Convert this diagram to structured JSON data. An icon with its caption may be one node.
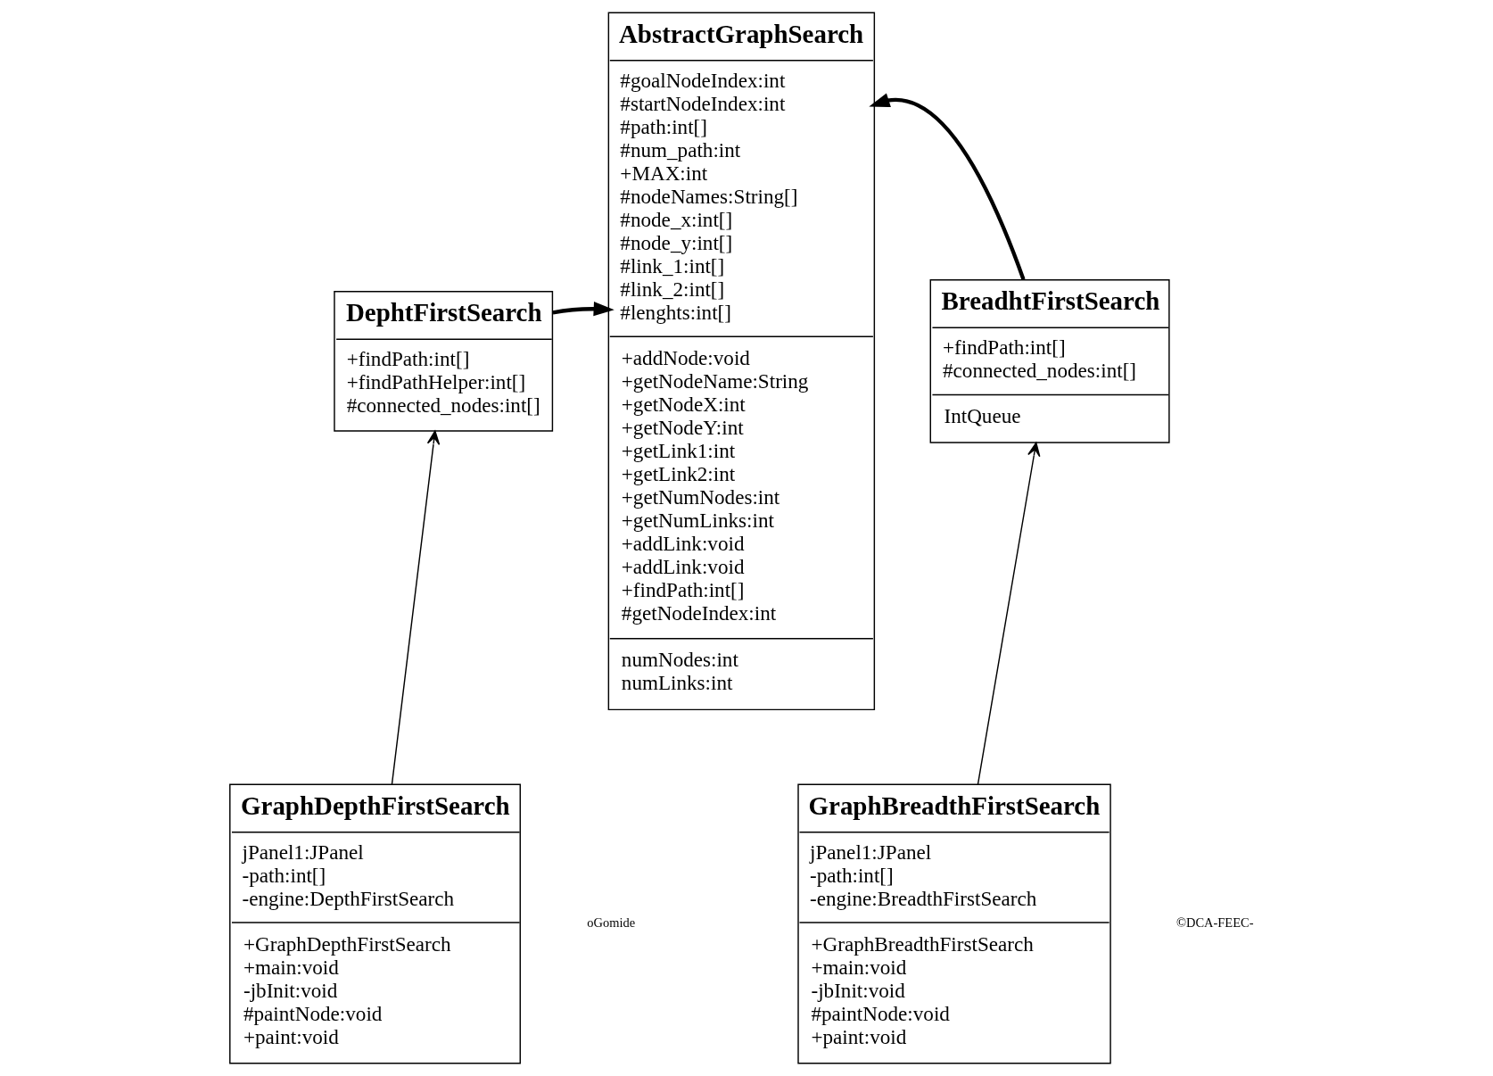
{
  "diagram": {
    "nodes": [
      {
        "text": [
          "DephtFirstSearch",
          "+findPath:int[] +findPathHelper:int[] #connected_nodes:int[]"
        ]
      },
      {
        "text": [
          "AbstractGraphSearch",
          "#goalNodeIndex:int #startNodeIndex:int #path:int[] #num_path:int +MAX:int #nodeNames:String[] #node_x:int[] #node_y:int[] #link_1:int[] #link_2:int[] #lenghts:int[]",
          "+addNode:void +getNodeName:String +getNodeX:int +getNodeY:int +getLink1:int +getLink2:int +getNumNodes:int +getNumLinks:int +addLink:void +addLink:void +findPath:int[] #getNodeIndex:int",
          "numNodes:int numLinks:int"
        ]
      },
      {
        "text": [
          "BreadhtFirstSearch",
          "+findPath:int[] #connected_nodes:int[]",
          "IntQueue"
        ]
      },
      {
        "text": [
          "GraphDepthFirstSearch",
          "jPanel1:JPanel -path:int[] -engine:DepthFirstSearch",
          "+GraphDepthFirstSearch +main:void -jbInit:void #paintNode:void +paint:void"
        ]
      },
      {
        "text": [
          "GraphBreadthFirstSearch",
          "jPanel1:JPanel -path:int[] -engine:BreadthFirstSearch",
          "+GraphBreadthFirstSearch +main:void -jbInit:void #paintNode:void +paint:void"
        ]
      }
    ],
    "edges": [
      {
        "from": 0,
        "to": 1,
        "arrow": "to",
        "style": "thick"
      },
      {
        "from": 2,
        "to": 1,
        "arrow": "to",
        "style": "thick"
      },
      {
        "from": 3,
        "to": 0,
        "arrow": "to"
      },
      {
        "from": 4,
        "to": 2,
        "arrow": "to"
      }
    ],
    "labels": [
      "oGomide",
      "©DCA-FEEC-"
    ]
  }
}
